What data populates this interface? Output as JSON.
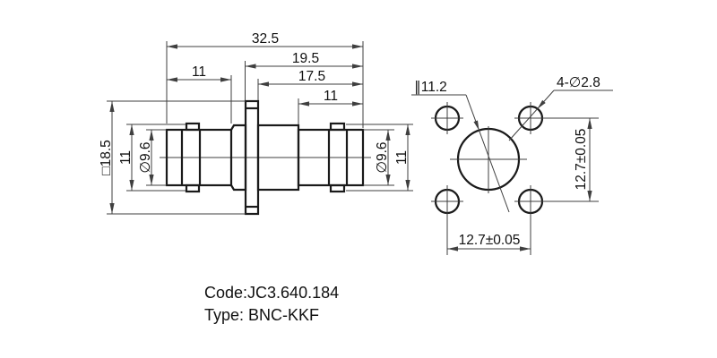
{
  "page": {
    "background": "#ffffff",
    "object_line_color": "#1a1a1a",
    "dimension_line_color": "#3f3f3f",
    "text_color": "#111111"
  },
  "side_view": {
    "dim_overall_width": "32.5",
    "dim_right_to_flange_left": "19.5",
    "dim_right_to_flange_right": "17.5",
    "dim_left_barrel_length": "11",
    "dim_right_barrel_length": "11",
    "dim_flange_square": "□18.5",
    "dim_left_lug_height": "11",
    "dim_left_body_dia": "∅9.6",
    "dim_right_body_dia": "∅9.6",
    "dim_right_lug_height": "11"
  },
  "front_view": {
    "dim_center_hole_dia": "∥11.2",
    "dim_mount_holes": "4-∅2.8",
    "dim_hole_pitch_vertical": "12.7±0.05",
    "dim_hole_pitch_horizontal": "12.7±0.05"
  },
  "notes": {
    "code": "Code:JC3.640.184",
    "type": "Type: BNC-KKF"
  }
}
